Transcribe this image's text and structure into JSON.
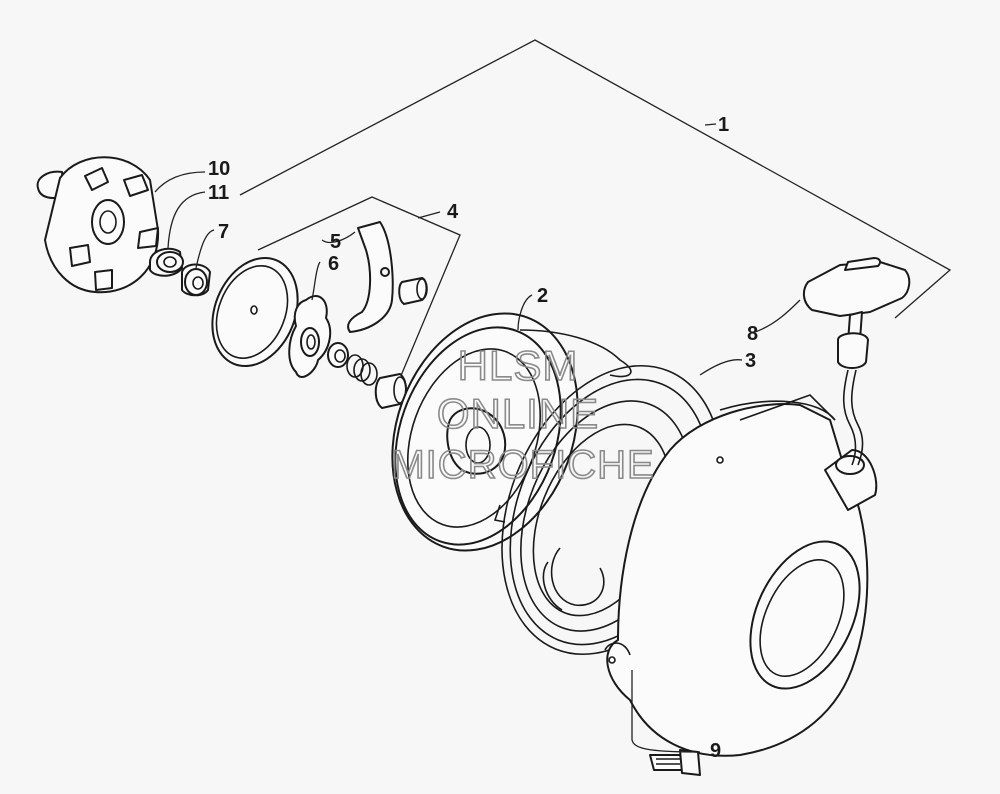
{
  "diagram": {
    "callouts": {
      "c1": "1",
      "c2": "2",
      "c3": "3",
      "c4": "4",
      "c5": "5",
      "c6": "6",
      "c7": "7",
      "c8": "8",
      "c9": "9",
      "c10": "10",
      "c11": "11"
    },
    "watermark": {
      "line1": "HLSM",
      "line2": "ONLINE",
      "line3": "MICROFICHE"
    }
  }
}
